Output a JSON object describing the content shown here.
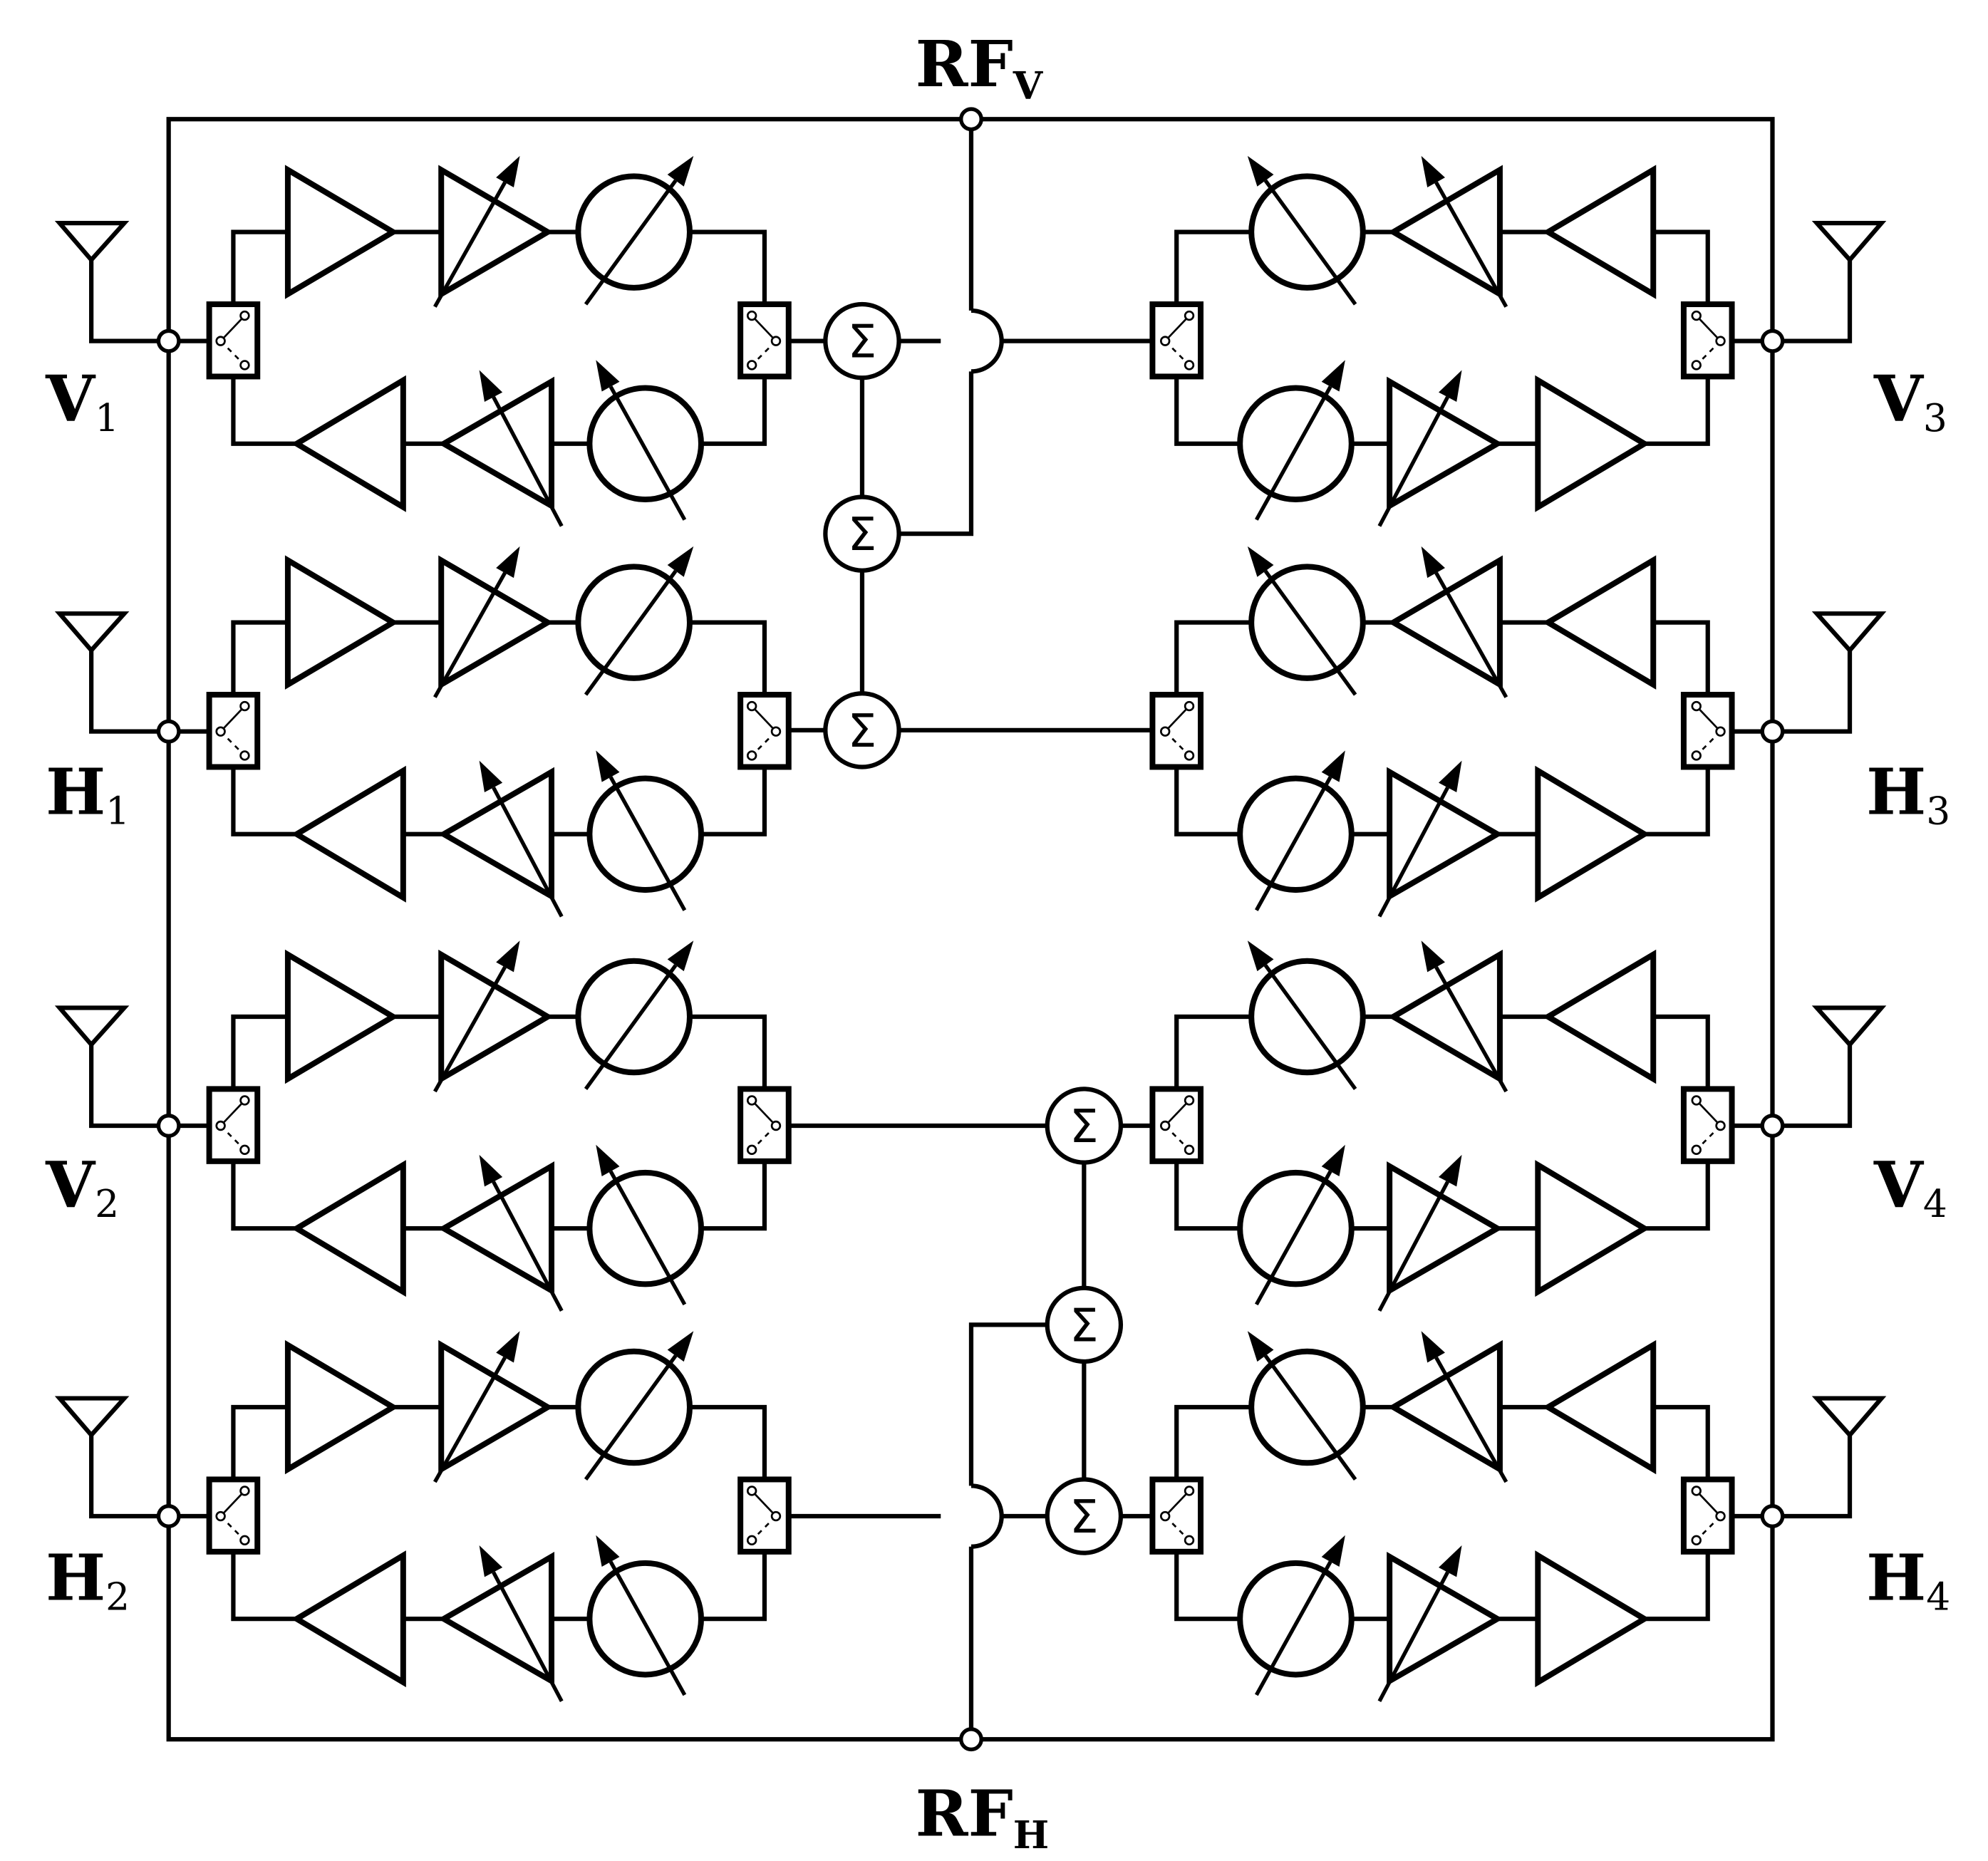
{
  "title_top": {
    "main": "RF",
    "sub": "V"
  },
  "title_bottom": {
    "main": "RF",
    "sub": "H"
  },
  "ports_left": [
    {
      "main": "V",
      "sub": "1"
    },
    {
      "main": "H",
      "sub": "1"
    },
    {
      "main": "V",
      "sub": "2"
    },
    {
      "main": "H",
      "sub": "2"
    }
  ],
  "ports_right": [
    {
      "main": "V",
      "sub": "3"
    },
    {
      "main": "H",
      "sub": "3"
    },
    {
      "main": "V",
      "sub": "4"
    },
    {
      "main": "H",
      "sub": "4"
    }
  ],
  "combiner_symbol": "Σ",
  "colors": {
    "stroke": "#000000",
    "background": "#ffffff"
  }
}
